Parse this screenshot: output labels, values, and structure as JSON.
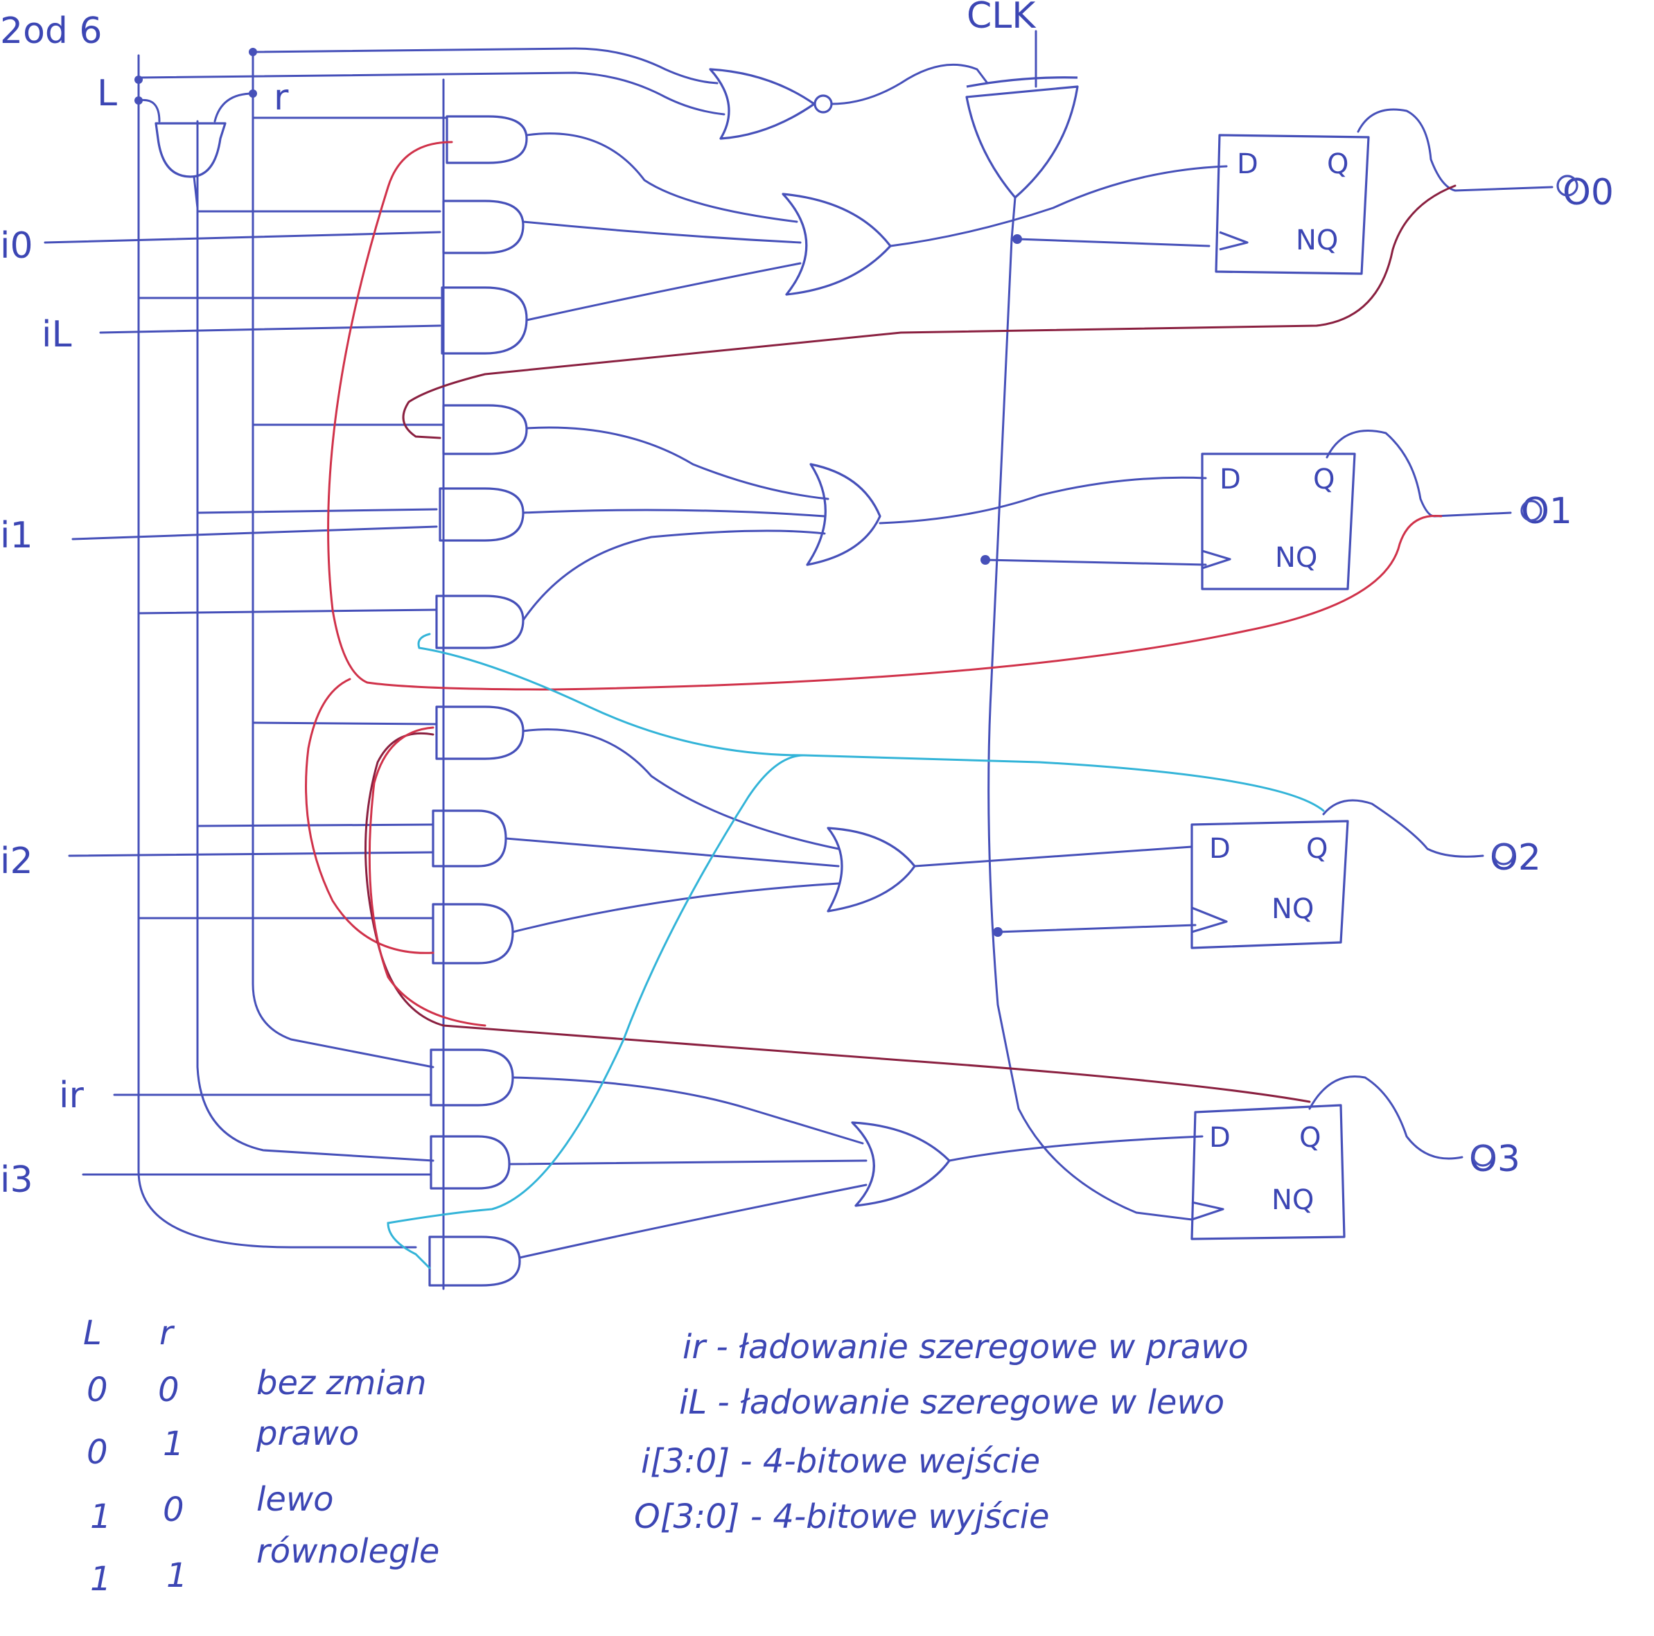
{
  "title": "2od 6",
  "clock_label": "CLK",
  "control_inputs": {
    "left": "L",
    "right": "r"
  },
  "serial_inputs": {
    "left": "iL",
    "right": "ir"
  },
  "data_inputs": [
    "i0",
    "i1",
    "i2",
    "i3"
  ],
  "outputs": [
    "O0",
    "O1",
    "O2",
    "O3"
  ],
  "flipflop_pins": {
    "d": "D",
    "q": "Q",
    "nq": "NQ"
  },
  "truth_table": {
    "headers": [
      "L",
      "r"
    ],
    "rows": [
      {
        "l": "0",
        "r": "0",
        "desc": "bez zmian"
      },
      {
        "l": "0",
        "r": "1",
        "desc": "prawo"
      },
      {
        "l": "1",
        "r": "0",
        "desc": "lewo"
      },
      {
        "l": "1",
        "r": "1",
        "desc": "równolegle"
      }
    ]
  },
  "notes": [
    "ir - ładowanie szeregowe w prawo",
    "iL - ładowanie szeregowe w lewo",
    "i[3:0] - 4-bitowe wejście",
    "O[3:0] - 4-bitowe wyjście"
  ],
  "colors": {
    "wire": "#4650b9",
    "feedback_red": "#d0324a",
    "feedback_dark": "#8a2040",
    "feedback_cyan": "#33b4d8"
  }
}
